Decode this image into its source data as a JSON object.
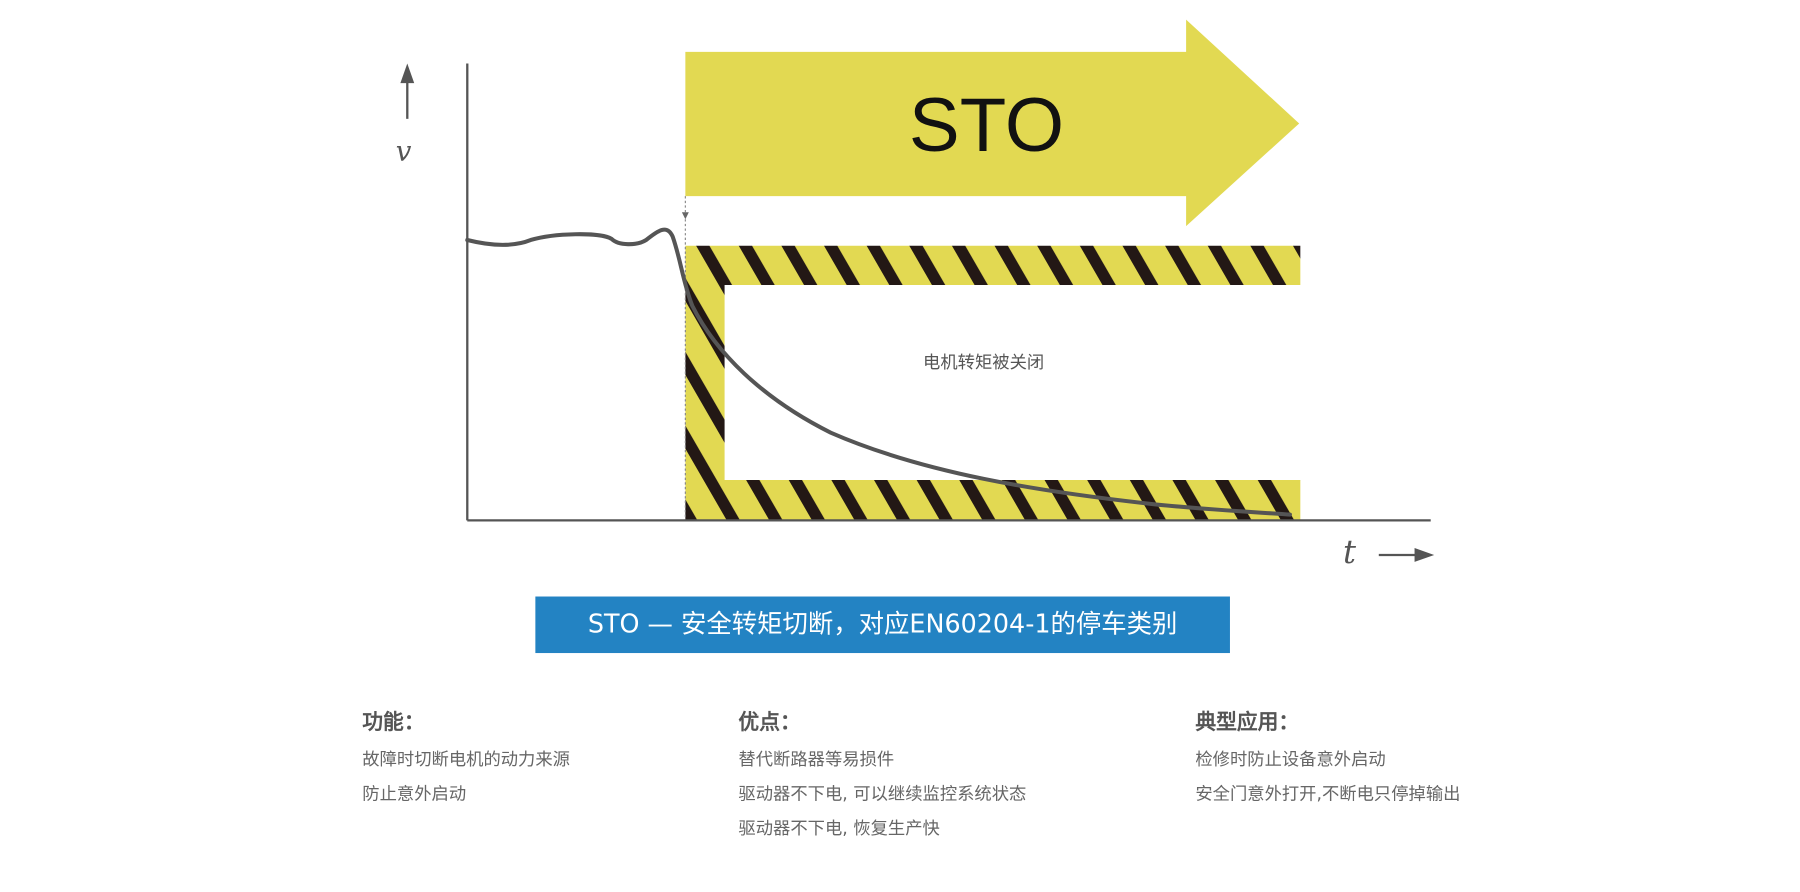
{
  "diagram": {
    "y_axis_label": "v",
    "x_axis_label": "t",
    "arrow_label": "STO",
    "zone_label": "电机转矩被关闭",
    "colors": {
      "yellow": "#e2d952",
      "stripe": "#231815",
      "curve": "#555555",
      "banner": "#2383c3"
    }
  },
  "banner": {
    "text": "STO — 安全转矩切断，对应EN60204-1的停车类别"
  },
  "columns": [
    {
      "title": "功能：",
      "items": [
        "故障时切断电机的动力来源",
        "防止意外启动"
      ]
    },
    {
      "title": "优点：",
      "items": [
        "替代断路器等易损件",
        "驱动器不下电, 可以继续监控系统状态",
        "驱动器不下电, 恢复生产快"
      ]
    },
    {
      "title": "典型应用：",
      "items": [
        "检修时防止设备意外启动",
        "安全门意外打开,不断电只停掉输出"
      ]
    }
  ]
}
